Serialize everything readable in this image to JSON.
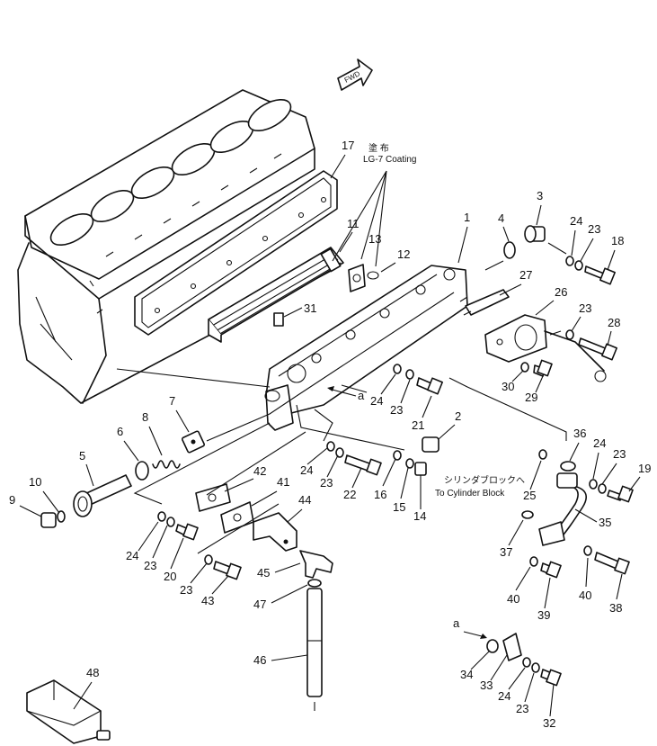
{
  "diagram": {
    "fwd_label": "FWD",
    "coating_jp": "塗 布",
    "coating_en": "LG-7 Coating",
    "cylinder_block_jp": "シリンダブロックへ",
    "cylinder_block_en": "To Cylinder Block",
    "ref_a": "a",
    "part_numbers": [
      "1",
      "2",
      "3",
      "4",
      "5",
      "6",
      "7",
      "8",
      "9",
      "10",
      "11",
      "12",
      "13",
      "14",
      "15",
      "16",
      "17",
      "18",
      "19",
      "20",
      "21",
      "22",
      "23",
      "24",
      "25",
      "26",
      "27",
      "28",
      "29",
      "30",
      "31",
      "32",
      "33",
      "34",
      "35",
      "36",
      "37",
      "38",
      "39",
      "40",
      "41",
      "42",
      "43",
      "44",
      "45",
      "46",
      "47",
      "48"
    ],
    "callouts": [
      {
        "num": "17"
      },
      {
        "num": "11"
      },
      {
        "num": "13"
      },
      {
        "num": "12"
      },
      {
        "num": "1"
      },
      {
        "num": "4"
      },
      {
        "num": "3"
      },
      {
        "num": "24"
      },
      {
        "num": "23"
      },
      {
        "num": "18"
      },
      {
        "num": "27"
      },
      {
        "num": "26"
      },
      {
        "num": "23"
      },
      {
        "num": "28"
      },
      {
        "num": "31"
      },
      {
        "num": "30"
      },
      {
        "num": "29"
      },
      {
        "num": "24"
      },
      {
        "num": "23"
      },
      {
        "num": "21"
      },
      {
        "num": "2"
      },
      {
        "num": "7"
      },
      {
        "num": "8"
      },
      {
        "num": "6"
      },
      {
        "num": "5"
      },
      {
        "num": "10"
      },
      {
        "num": "9"
      },
      {
        "num": "24"
      },
      {
        "num": "23"
      },
      {
        "num": "22"
      },
      {
        "num": "16"
      },
      {
        "num": "15"
      },
      {
        "num": "14"
      },
      {
        "num": "36"
      },
      {
        "num": "24"
      },
      {
        "num": "23"
      },
      {
        "num": "19"
      },
      {
        "num": "25"
      },
      {
        "num": "35"
      },
      {
        "num": "37"
      },
      {
        "num": "40"
      },
      {
        "num": "39"
      },
      {
        "num": "40"
      },
      {
        "num": "38"
      },
      {
        "num": "42"
      },
      {
        "num": "41"
      },
      {
        "num": "44"
      },
      {
        "num": "24"
      },
      {
        "num": "23"
      },
      {
        "num": "20"
      },
      {
        "num": "23"
      },
      {
        "num": "43"
      },
      {
        "num": "45"
      },
      {
        "num": "47"
      },
      {
        "num": "46"
      },
      {
        "num": "48"
      },
      {
        "num": "34"
      },
      {
        "num": "33"
      },
      {
        "num": "24"
      },
      {
        "num": "23"
      },
      {
        "num": "32"
      }
    ]
  }
}
